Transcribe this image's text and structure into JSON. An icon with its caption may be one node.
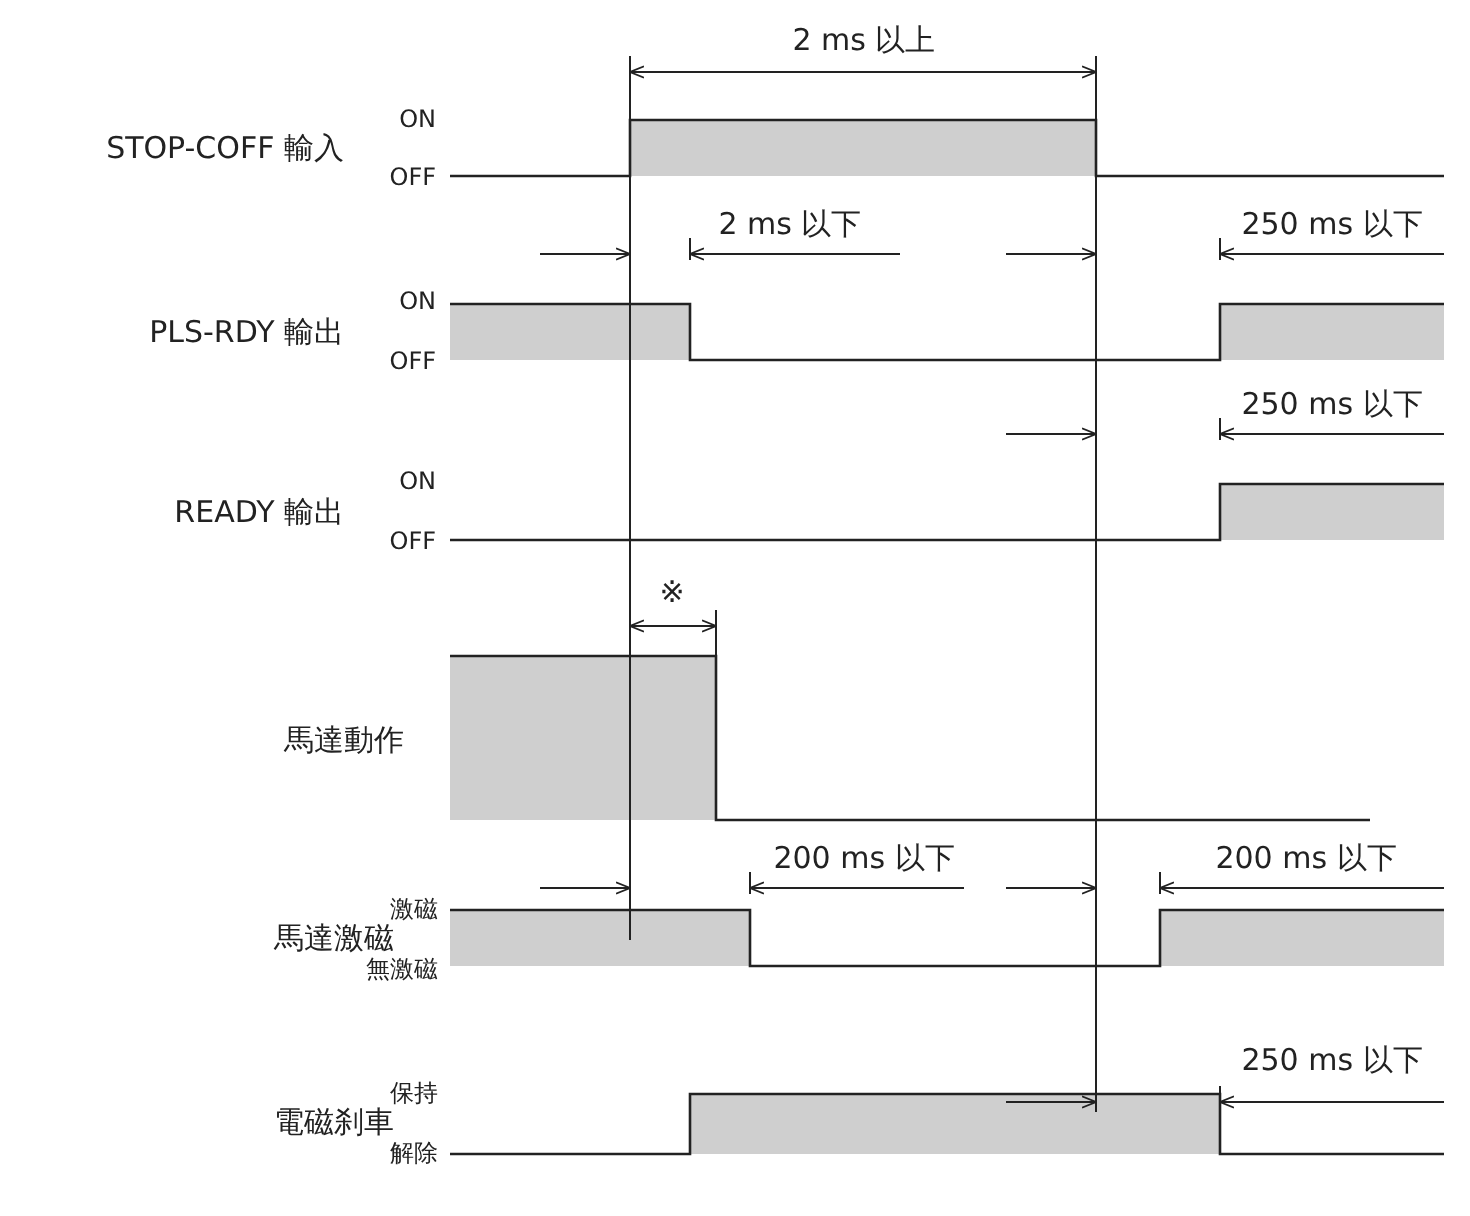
{
  "diagram": {
    "labels": [
      "2 ms 以上",
      "STOP-COFF 輸入",
      "ON",
      "OFF",
      "2 ms 以下",
      "250 ms 以下",
      "PLS-RDY 輸出",
      "ON",
      "OFF",
      "250 ms 以下",
      "READY 輸出",
      "ON",
      "OFF",
      "※",
      "馬達動作",
      "200 ms 以下",
      "200 ms 以下",
      "馬達激磁",
      "激磁",
      "無激磁",
      "250 ms 以下",
      "電磁刹車",
      "保持",
      "解除"
    ]
  }
}
